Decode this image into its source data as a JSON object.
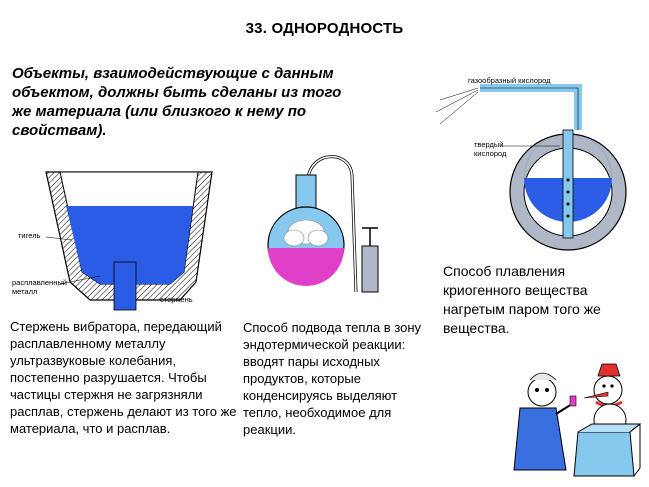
{
  "slide": {
    "title": "33. ОДНОРОДНОСТЬ",
    "intro": "Объекты, взаимодействующие с данным объектом, должны быть сделаны из того же материала (или близкого к нему по свойствам)."
  },
  "crucible": {
    "label_crucible": "тигель",
    "label_metal_1": "расплавленный",
    "label_metal_2": "металл",
    "label_rod": "стержень",
    "caption": "Стержень вибратора, передающий расплавленному металлу ультразвуковые колебания, постепенно разрушается. Чтобы частицы стержня не загрязняли расплав, стержень делают из того же материала, что и расплав."
  },
  "flask": {
    "caption": "Способ подвода тепла в зону эндотермической реакции: вводят пары исходных продуктов, которые конденсируясь выделяют тепло, необходимое для реакции."
  },
  "oxygen": {
    "label_gas": "газообразный кислород",
    "label_solid_1": "твердый",
    "label_solid_2": "кислород",
    "caption": "Способ плавления криогенного вещества нагретым паром того же вещества."
  },
  "colors": {
    "blue": "#2b5ce6",
    "light_blue": "#86c8ee",
    "magenta": "#e040c8",
    "gray": "#b0b8c8"
  }
}
